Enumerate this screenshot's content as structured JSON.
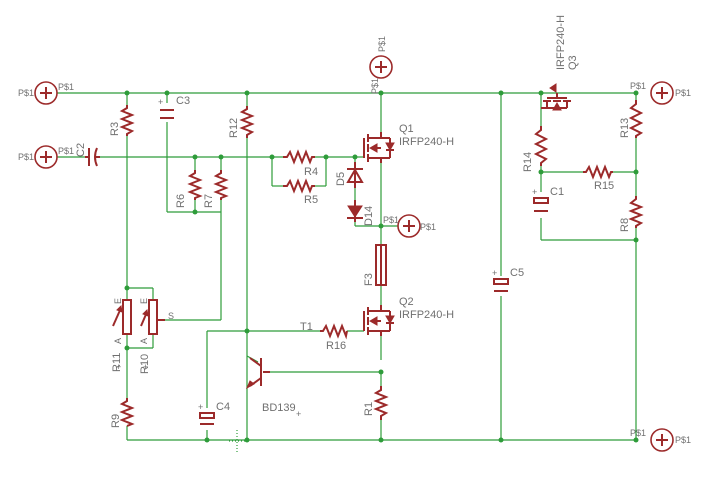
{
  "schematic": {
    "port_label": "P$1",
    "components": {
      "q1": {
        "name": "Q1",
        "value": "IRFP240-H"
      },
      "q2": {
        "name": "Q2",
        "value": "IRFP240-H"
      },
      "q3": {
        "name": "Q3",
        "value": "IRFP240-H"
      },
      "t1": {
        "name": "T1",
        "value": "BD139"
      },
      "f3": {
        "name": "F3"
      },
      "d5": {
        "name": "D5"
      },
      "d14": {
        "name": "D14"
      },
      "r1": {
        "name": "R1"
      },
      "r3": {
        "name": "R3"
      },
      "r4": {
        "name": "R4"
      },
      "r5": {
        "name": "R5"
      },
      "r6": {
        "name": "R6"
      },
      "r7": {
        "name": "R7"
      },
      "r8": {
        "name": "R8"
      },
      "r9": {
        "name": "R9"
      },
      "r10": {
        "name": "R10"
      },
      "r11": {
        "name": "R11"
      },
      "r12": {
        "name": "R12"
      },
      "r13": {
        "name": "R13"
      },
      "r14": {
        "name": "R14"
      },
      "r15": {
        "name": "R15"
      },
      "r16": {
        "name": "R16"
      },
      "c1": {
        "name": "C1"
      },
      "c2": {
        "name": "C2"
      },
      "c3": {
        "name": "C3"
      },
      "c4": {
        "name": "C4"
      },
      "c5": {
        "name": "C5"
      }
    },
    "pot_pins": {
      "a": "A",
      "e": "E",
      "s": "S"
    }
  }
}
